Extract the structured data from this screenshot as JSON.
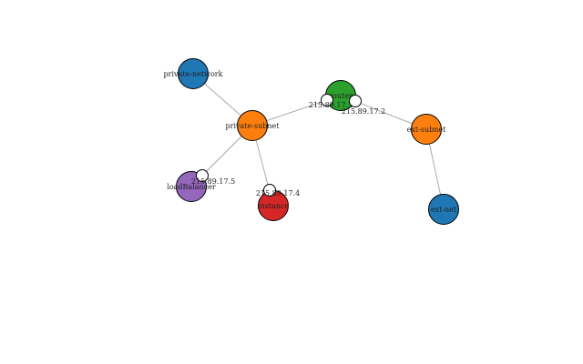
{
  "colors": {
    "network": "#1f77b4",
    "subnet": "#ff7f0e",
    "router": "#2ca02c",
    "loadbalancer": "#9467bd",
    "instance": "#d62728",
    "port": "#ffffff",
    "edge": "#aaaaaa"
  },
  "nodes": {
    "private_network": {
      "label": "private-network",
      "kind": "network"
    },
    "private_subnet": {
      "label": "private-subnet",
      "kind": "subnet"
    },
    "router": {
      "label": "router",
      "kind": "router"
    },
    "ext_subnet": {
      "label": "ext-subnet",
      "kind": "subnet"
    },
    "ext_net": {
      "label": "ext-net",
      "kind": "network"
    },
    "load_balancer": {
      "label": "loadBalancer",
      "kind": "loadbalancer"
    },
    "instance": {
      "label": "instance",
      "kind": "instance"
    }
  },
  "ports": {
    "router_private": {
      "label": "215.89.17.3"
    },
    "router_ext": {
      "label": "215.89.17.2"
    },
    "load_balancer": {
      "label": "215.89.17.5"
    },
    "instance": {
      "label": "215.89.17.4"
    }
  },
  "edges": [
    {
      "from": "private-network",
      "to": "private-subnet"
    },
    {
      "from": "private-subnet",
      "to": "router"
    },
    {
      "from": "router",
      "to": "ext-subnet"
    },
    {
      "from": "ext-subnet",
      "to": "ext-net"
    },
    {
      "from": "private-subnet",
      "to": "loadBalancer"
    },
    {
      "from": "private-subnet",
      "to": "instance"
    }
  ]
}
